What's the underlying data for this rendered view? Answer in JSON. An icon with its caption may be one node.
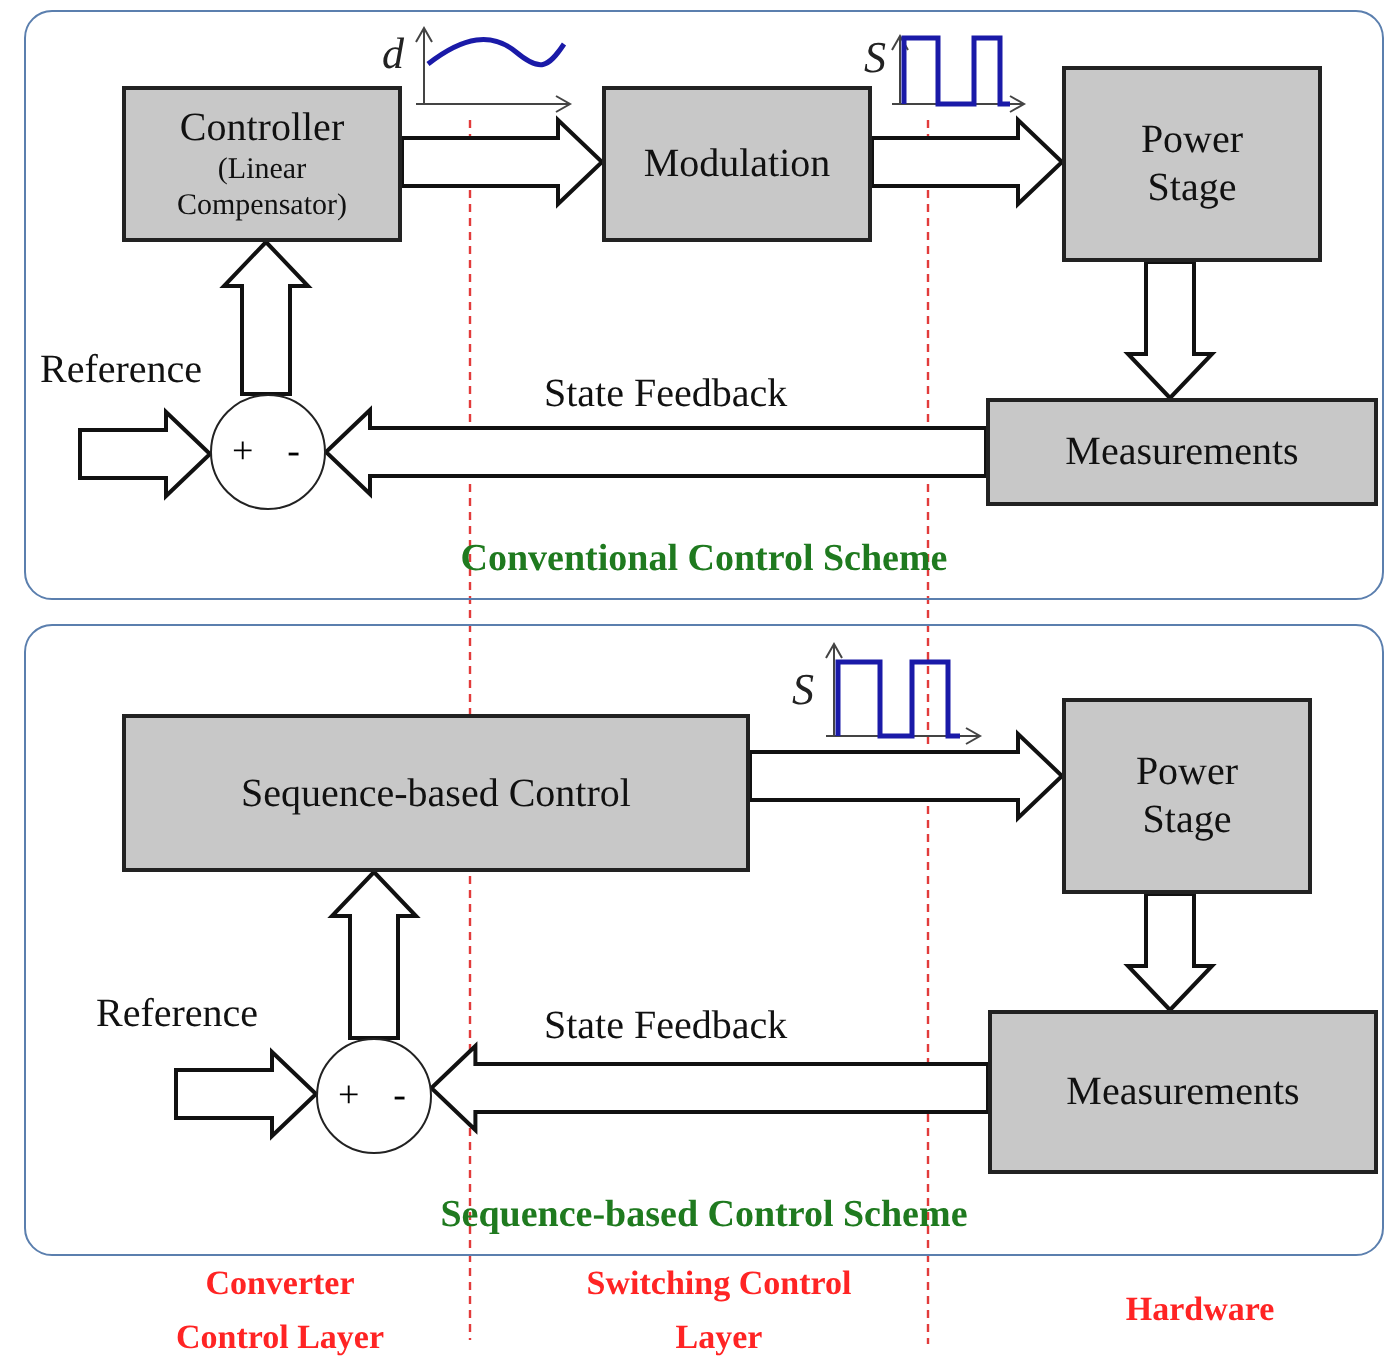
{
  "diagram": {
    "nodes": [
      {
        "text": [
          "Conventional Control Scheme"
        ]
      },
      {
        "text": [
          "Controller",
          "(Linear Compensator)"
        ],
        "in": 0
      },
      {
        "text": [
          "Modulation"
        ],
        "in": 0
      },
      {
        "text": [
          "Power Stage"
        ],
        "in": 0
      },
      {
        "text": [
          "Measurements"
        ],
        "in": 0
      },
      {
        "text": [
          "+",
          "-"
        ],
        "in": 0
      },
      {
        "text": [
          "Sequence-based Control Scheme"
        ]
      },
      {
        "text": [
          "Sequence-based Control"
        ],
        "in": 6
      },
      {
        "text": [
          "Power Stage"
        ],
        "in": 6
      },
      {
        "text": [
          "Measurements"
        ],
        "in": 6
      },
      {
        "text": [
          "+",
          "-"
        ],
        "in": 6
      }
    ],
    "edges": [
      {
        "from": null,
        "to": 5,
        "arrow": "to",
        "label": "Reference"
      },
      {
        "from": 5,
        "to": 1,
        "arrow": "to"
      },
      {
        "from": 1,
        "to": 2,
        "arrow": "to"
      },
      {
        "from": 2,
        "to": 3,
        "arrow": "to"
      },
      {
        "from": 3,
        "to": 4,
        "arrow": "to"
      },
      {
        "from": 4,
        "to": 5,
        "arrow": "to",
        "label": "State Feedback"
      },
      {
        "from": null,
        "to": 10,
        "arrow": "to",
        "label": "Reference"
      },
      {
        "from": 10,
        "to": 7,
        "arrow": "to"
      },
      {
        "from": 7,
        "to": 8,
        "arrow": "to"
      },
      {
        "from": 8,
        "to": 9,
        "arrow": "to"
      },
      {
        "from": 9,
        "to": 10,
        "arrow": "to",
        "label": "State Feedback"
      }
    ],
    "labels": [
      "d",
      "S",
      "S",
      "Converter Control Layer",
      "Switching Control Layer",
      "Hardware"
    ]
  }
}
